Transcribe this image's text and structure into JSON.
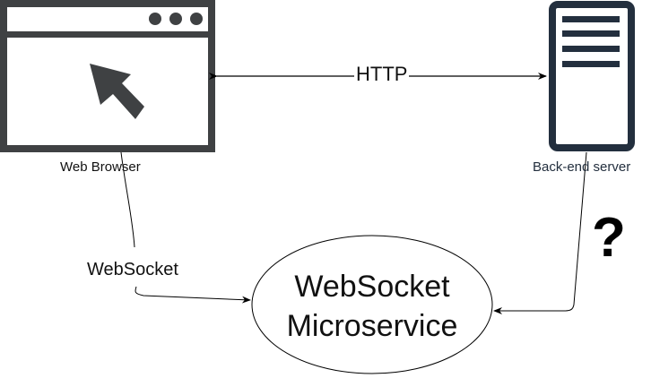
{
  "nodes": {
    "browser": {
      "label": "Web Browser",
      "icon": "browser-window-icon",
      "color": "#3f4143"
    },
    "server": {
      "label": "Back-end server",
      "icon": "server-icon",
      "color": "#232f3e"
    },
    "microservice": {
      "label_line1": "WebSocket",
      "label_line2": "Microservice"
    }
  },
  "edges": {
    "http": {
      "label": "HTTP",
      "from": "Web Browser",
      "to": "Back-end server",
      "direction": "bidirectional"
    },
    "websocket": {
      "label": "WebSocket",
      "from": "Web Browser",
      "to": "WebSocket Microservice"
    },
    "server_to_service": {
      "label": "",
      "from": "Back-end server",
      "to": "WebSocket Microservice",
      "annotation": "?"
    }
  }
}
